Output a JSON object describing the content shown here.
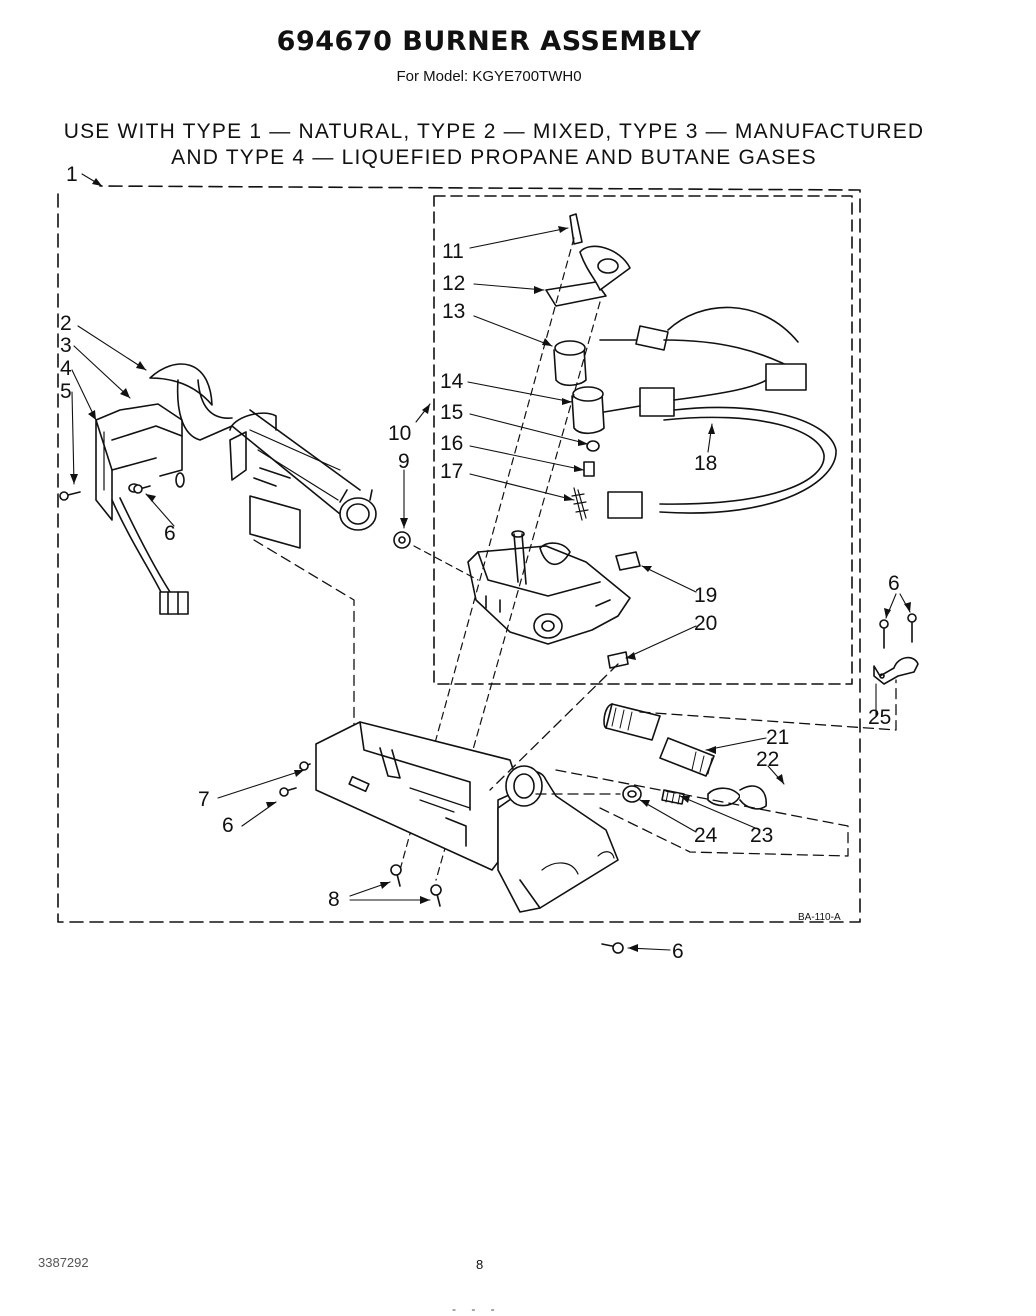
{
  "header": {
    "title": "694670 BURNER ASSEMBLY",
    "model_line": "For Model: KGYE700TWH0",
    "usage_line1": "USE WITH TYPE 1 — NATURAL, TYPE 2 — MIXED, TYPE 3 — MANUFACTURED",
    "usage_line2": "AND TYPE 4 — LIQUEFIED PROPANE AND BUTANE GASES"
  },
  "diagram": {
    "code": "BA-110-A",
    "callouts": [
      "1",
      "2",
      "3",
      "4",
      "5",
      "6",
      "7",
      "8",
      "9",
      "10",
      "11",
      "12",
      "13",
      "14",
      "15",
      "16",
      "17",
      "18",
      "19",
      "20",
      "21",
      "22",
      "23",
      "24",
      "25"
    ]
  },
  "footer": {
    "doc_number": "3387292",
    "page_number": "8",
    "bottom_mark": "- - -"
  }
}
